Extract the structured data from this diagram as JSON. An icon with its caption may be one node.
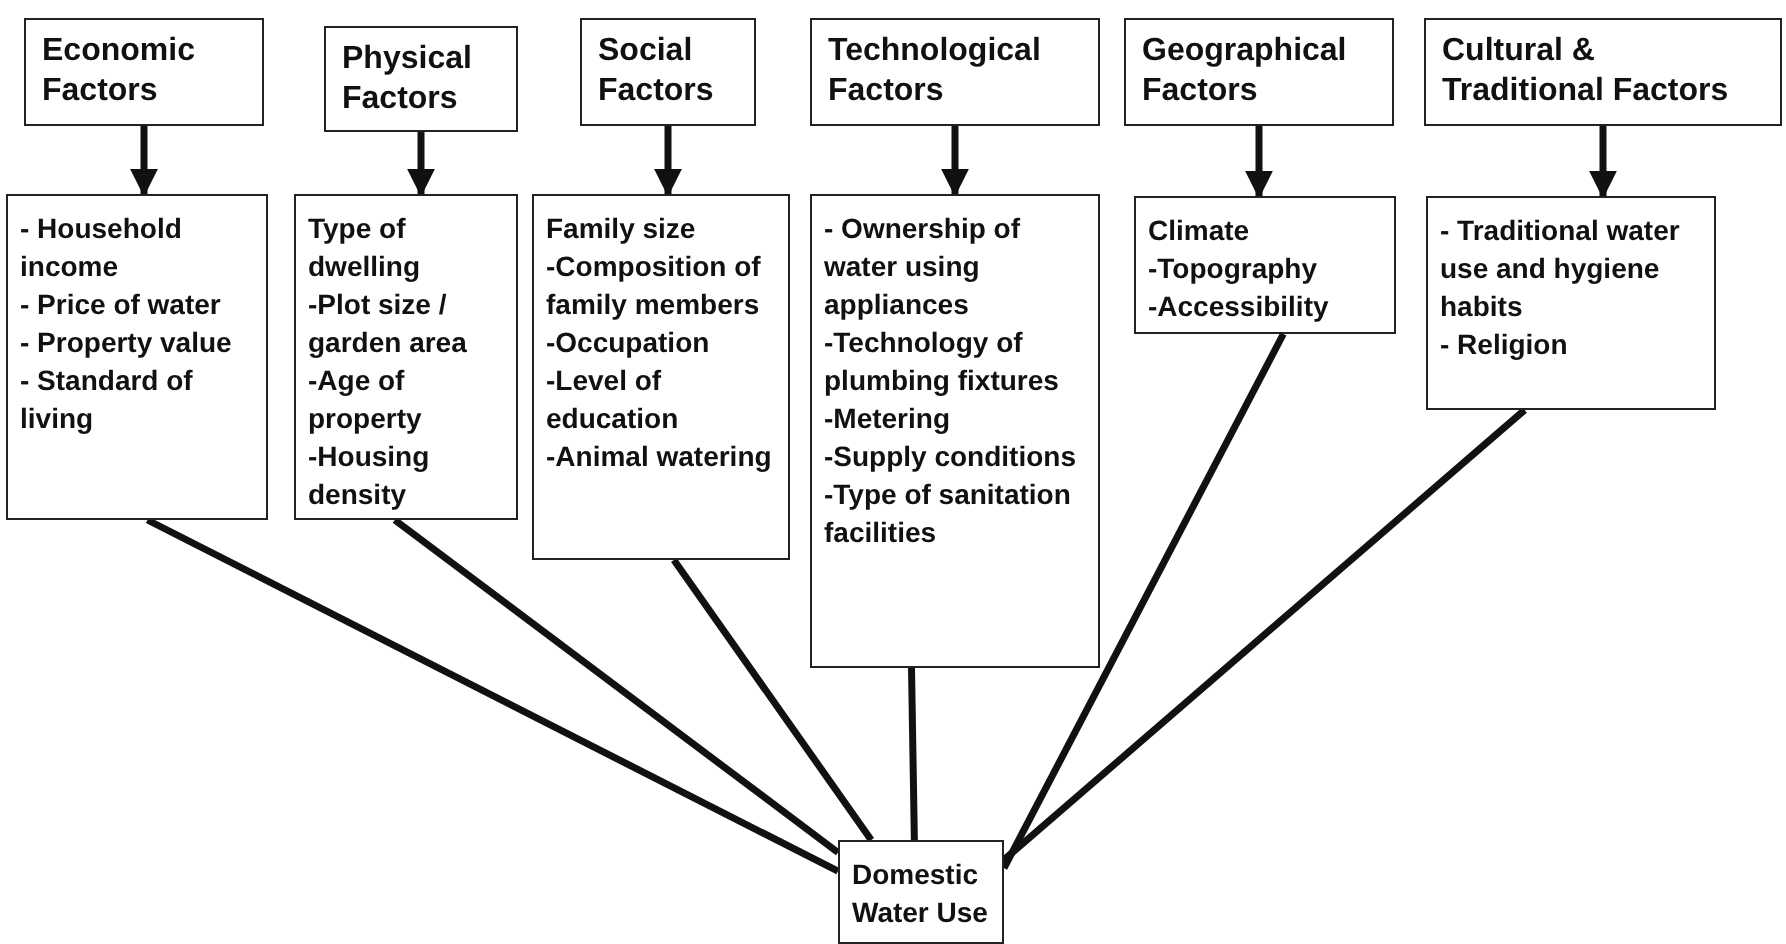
{
  "diagram": {
    "nodes": [
      {
        "text": [
          "Economic Factors"
        ]
      },
      {
        "text": [
          "Physical Factors"
        ]
      },
      {
        "text": [
          "Social Factors"
        ]
      },
      {
        "text": [
          "Technological Factors"
        ]
      },
      {
        "text": [
          "Geographical Factors"
        ]
      },
      {
        "text": [
          "Cultural & Traditional Factors"
        ]
      },
      {
        "text": [
          "- Household income",
          "- Price of water",
          "- Property value",
          "- Standard of living"
        ]
      },
      {
        "text": [
          "Type of dwelling",
          "-Plot size / garden area",
          "-Age of property",
          "-Housing density"
        ]
      },
      {
        "text": [
          "Family size",
          "-Composition of family members",
          "-Occupation",
          "-Level of education",
          "-Animal watering"
        ]
      },
      {
        "text": [
          "- Ownership of water using appliances",
          "-Technology of plumbing fixtures",
          "-Metering",
          "-Supply conditions",
          "-Type of sanitation facilities"
        ]
      },
      {
        "text": [
          "Climate",
          "-Topography",
          "-Accessibility"
        ]
      },
      {
        "text": [
          "- Traditional water use and hygiene habits",
          "- Religion"
        ]
      },
      {
        "text": [
          "Domestic Water Use"
        ]
      }
    ],
    "edges": [
      {
        "from": 0,
        "to": 6,
        "arrow": "to"
      },
      {
        "from": 1,
        "to": 7,
        "arrow": "to"
      },
      {
        "from": 2,
        "to": 8,
        "arrow": "to"
      },
      {
        "from": 3,
        "to": 9,
        "arrow": "to"
      },
      {
        "from": 4,
        "to": 10,
        "arrow": "to"
      },
      {
        "from": 5,
        "to": 11,
        "arrow": "to"
      },
      {
        "from": 6,
        "to": 12,
        "arrow": "none"
      },
      {
        "from": 7,
        "to": 12,
        "arrow": "none"
      },
      {
        "from": 8,
        "to": 12,
        "arrow": "none"
      },
      {
        "from": 9,
        "to": 12,
        "arrow": "none"
      },
      {
        "from": 10,
        "to": 12,
        "arrow": "none"
      },
      {
        "from": 11,
        "to": 12,
        "arrow": "none"
      }
    ]
  }
}
